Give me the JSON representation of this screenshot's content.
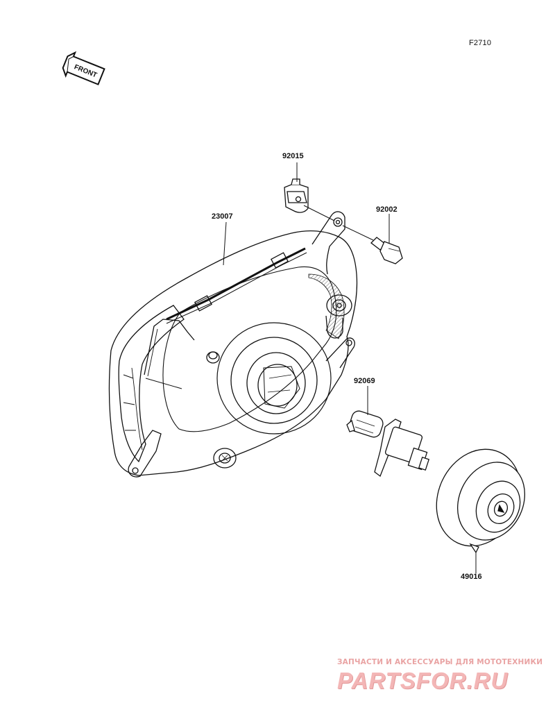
{
  "figure_code": "F2710",
  "front_arrow_label": "FRONT",
  "parts": [
    {
      "id": "p-23007",
      "number": "23007"
    },
    {
      "id": "p-92015",
      "number": "92015"
    },
    {
      "id": "p-92002",
      "number": "92002"
    },
    {
      "id": "p-92069",
      "number": "92069"
    },
    {
      "id": "p-49016",
      "number": "49016"
    }
  ],
  "watermark": {
    "tagline": "ЗАПЧАСТИ И АКСЕССУАРЫ ДЛЯ МОТОТЕХНИКИ",
    "logo": "PARTSFOR.RU"
  },
  "colors": {
    "line": "#111111",
    "watermark": "#f3b6b6"
  }
}
